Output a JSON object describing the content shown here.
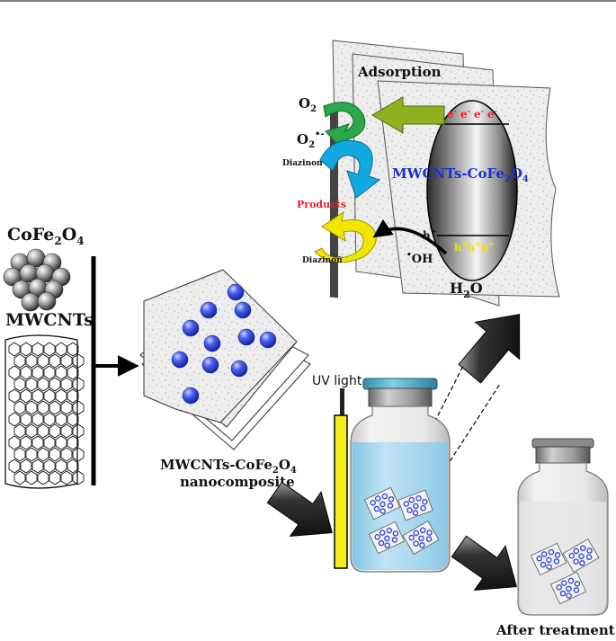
{
  "labels": {
    "cofe2o4": {
      "base": "CoFe",
      "sub1": "2",
      "mid": "O",
      "sub2": "4"
    },
    "mwcnts": "MWCNTs",
    "nanocomposite_line1": {
      "base": "MWCNTs-CoFe",
      "sub1": "2",
      "mid": "O",
      "sub2": "4"
    },
    "nanocomposite_line2": "nanocomposite",
    "uv_light": "UV light",
    "after_treatment": "After treatment",
    "adsorption": "Adsorption",
    "o2": {
      "base": "O",
      "sub": "2"
    },
    "o2_radical": {
      "base": "O",
      "sub": "2",
      "sup": "•-"
    },
    "diazinon_top": "Diazinon",
    "diazinon_bottom": "Diazinon",
    "products": "Products",
    "oh_radical": {
      "sup": "•",
      "base": "OH"
    },
    "h2o": {
      "base": "H",
      "sub": "2",
      "mid": "O"
    },
    "h_plus": "h",
    "h_plus_sup": "+",
    "catalyst_label": {
      "base": "MWCNTs-CoFe",
      "sub1": "2",
      "mid": "O",
      "sub2": "4"
    },
    "electrons": [
      "e",
      "e",
      "e",
      "e"
    ],
    "electron_sup": "-",
    "holes": [
      "h",
      "h",
      "h"
    ],
    "hole_sup": "+"
  },
  "colors": {
    "electron_text": "#e8202a",
    "hole_text": "#f2e200",
    "products_text": "#e8202a",
    "catalyst_text": "#1a2fd6",
    "green_arrow": "#2aa84a",
    "cyan_arrow": "#12a8e0",
    "yellow_arrow": "#f2e600",
    "olive_arrow": "#8fb11f",
    "bead": "#2b3fe0",
    "uv_lamp": "#f5ee1c",
    "water": "#9fd3ec",
    "cap_teal": "#3fb0c8"
  }
}
